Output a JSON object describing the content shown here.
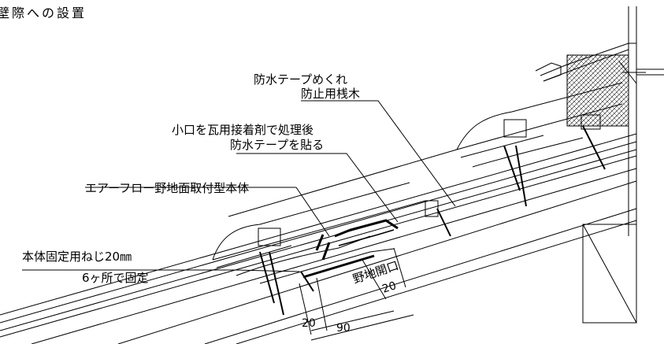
{
  "title": "壁際への設置",
  "labels": {
    "tape_stopper_line1": "防水テープめくれ",
    "tape_stopper_line2": "防止用桟木",
    "koguchi_line1": "小口を瓦用接着剤で処理後",
    "koguchi_line2": "防水テープを貼る",
    "airflow_body": "エアーフロー野地面取付型本体",
    "screw_line1": "本体固定用ねじ20㎜",
    "screw_line2": "6ヶ所で固定",
    "noji_opening": "野地開口"
  },
  "dimensions": {
    "opening_offset": "20",
    "left_offset": "20",
    "span": "90"
  },
  "colors": {
    "line": "#000000",
    "background": "#ffffff"
  }
}
